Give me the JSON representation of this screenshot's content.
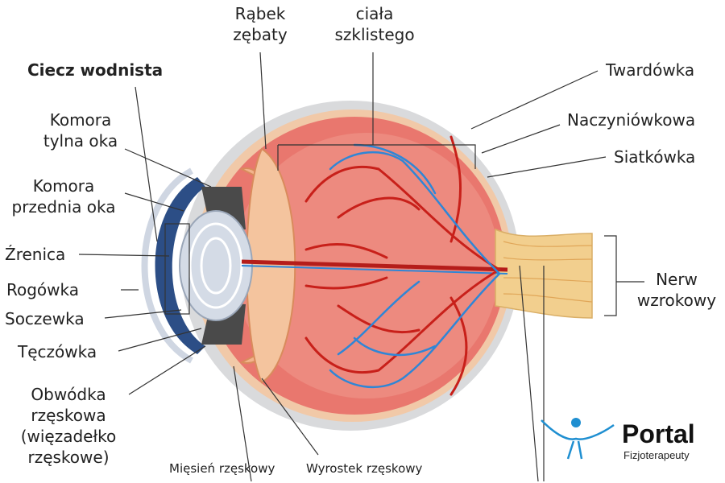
{
  "labels": {
    "rabek": [
      "Rąbek",
      "zębaty"
    ],
    "cialo": [
      "ciała",
      "szklistego"
    ],
    "ciecz": "Ciecz wodnista",
    "komora_tylna": [
      "Komora",
      "tylna oka"
    ],
    "komora_przednia": [
      "Komora",
      "przednia oka"
    ],
    "zrenica": "Źrenica",
    "rogowka": "Rogówka",
    "soczewka": "Soczewka",
    "teczowka": "Tęczówka",
    "obwodka": [
      "Obwódka",
      "rzęskowa",
      "(więzadełko",
      "rzęskowe)"
    ],
    "twardowka": "Twardówka",
    "naczyniowkowa": "Naczyniówkowa",
    "siatkowka": "Siatkówka",
    "nerw": [
      "Nerw",
      "wzrokowy"
    ],
    "miesien": "Mięsień rzęskowy",
    "wyrostek": "Wyrostek rzęskowy"
  },
  "logo": {
    "title": "Portal",
    "subtitle": "Fizjoterapeuty"
  },
  "colors": {
    "sclera": "#d9dadc",
    "choroid_band": "#f1c9a8",
    "retina_fill": "#e9776e",
    "vessel_red": "#c8201a",
    "vessel_blue": "#2f86d6",
    "ciliary": "#f2b48c",
    "lens": "#d4dbe6",
    "iris": "#4a4a4a",
    "cornea": "#2c4e86",
    "nerve": "#f2cf8e",
    "logo_blue": "#1f8fd1"
  }
}
